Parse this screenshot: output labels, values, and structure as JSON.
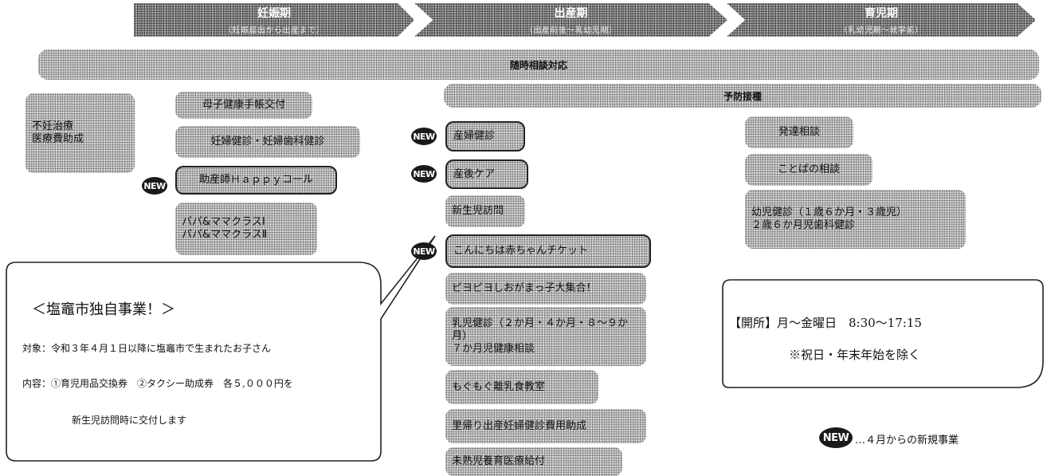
{
  "stages": [
    {
      "title": "妊娠期",
      "subtitle": "（妊娠届出から出産まで）"
    },
    {
      "title": "出産期",
      "subtitle": "（出産前後〜乳幼児期）"
    },
    {
      "title": "育児期",
      "subtitle": "（乳幼児期〜就学前）"
    }
  ],
  "bands": {
    "consult": "随時相談対応",
    "vaccination": "予防接種"
  },
  "items": {
    "infertility": "不妊治療\n医療費助成",
    "maternal_handbook": "母子健康手帳交付",
    "pregnancy_checkup": "妊婦健診・妊婦歯科健診",
    "midwife_call": "助産師Ｈａｐｐｙコール",
    "parent_class": "パパ&ママクラスⅠ\nパパ&ママクラスⅡ",
    "postpartum_checkup": "産婦健診",
    "postpartum_care": "産後ケア",
    "newborn_visit": "新生児訪問",
    "baby_ticket": "こんにちは赤ちゃんチケット",
    "oppai_class": "ピヨピヨしおがまっ子大集合！",
    "infant_checkup": "乳児健診（２か月・４か月・８〜９か月）\n７か月児健康相談",
    "weaning_class": "もぐもぐ離乳食教室",
    "homecoming_subsidy": "里帰り出産妊婦健診費用助成",
    "premature_medical": "未熟児養育医療給付",
    "development_consult": "発達相談",
    "speech_consult": "ことばの相談",
    "toddler_checkup": "幼児健診（１歳６か月・３歳児）\n２歳６か月児歯科健診"
  },
  "new_badge": "NEW",
  "bubble": {
    "title": "＜塩竈市独自事業！＞",
    "target": "対象：令和３年４月１日以降に塩竈市で生まれたお子さん",
    "content": "内容：①育児用品交換券　②タクシー助成券　各５,０００円を",
    "content2": "新生児訪問時に交付します"
  },
  "hours": {
    "line1": "【開所】月～金曜日　8:30～17:15",
    "line2": "※祝日・年末年始を除く"
  },
  "legend": {
    "text": "…４月からの新規事業"
  }
}
